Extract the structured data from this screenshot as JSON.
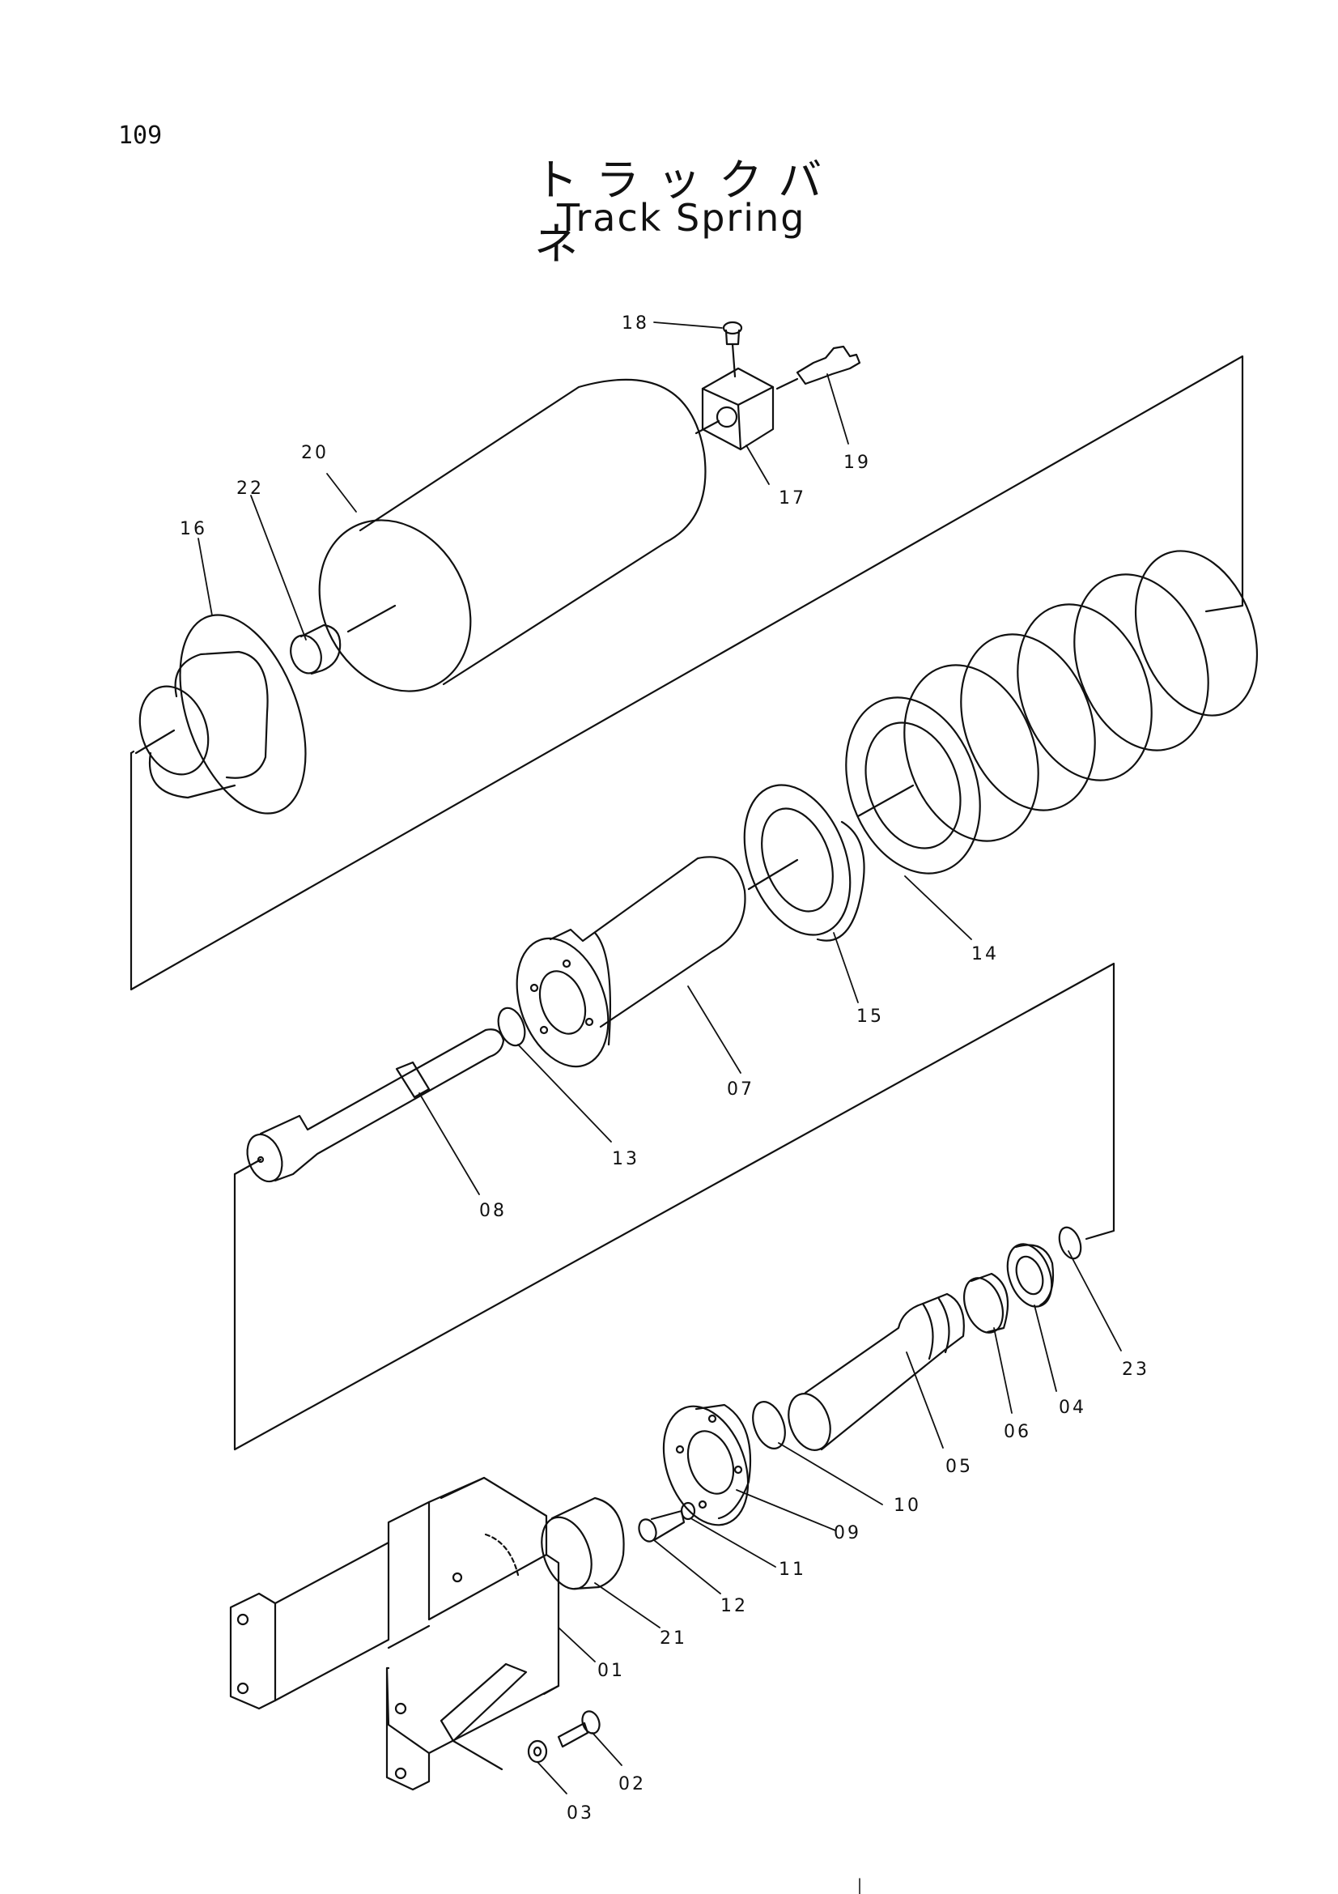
{
  "page_number": "109",
  "title_jp": "トラックバネ",
  "title_en": "Track Spring",
  "callouts": {
    "c01": "01",
    "c02": "02",
    "c03": "03",
    "c04": "04",
    "c05": "05",
    "c06": "06",
    "c07": "07",
    "c08": "08",
    "c09": "09",
    "c10": "10",
    "c11": "11",
    "c12": "12",
    "c13": "13",
    "c14": "14",
    "c15": "15",
    "c16": "16",
    "c17": "17",
    "c18": "18",
    "c19": "19",
    "c20": "20",
    "c21": "21",
    "c22": "22",
    "c23": "23"
  },
  "colors": {
    "ink": "#111111",
    "paper": "#ffffff"
  }
}
